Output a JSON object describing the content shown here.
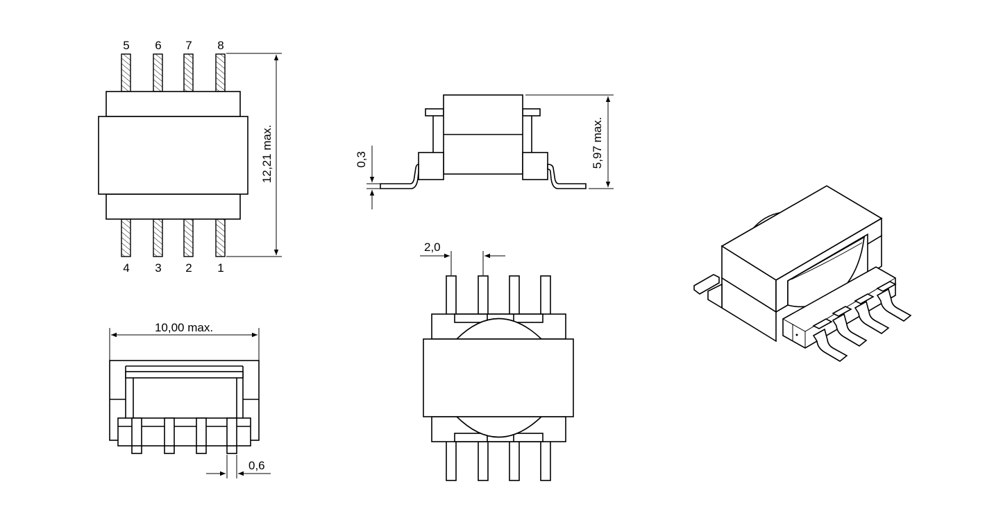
{
  "colors": {
    "line": "#000000",
    "background": "#ffffff"
  },
  "top_view": {
    "pins_top": [
      "5",
      "6",
      "7",
      "8"
    ],
    "pins_bottom": [
      "4",
      "3",
      "2",
      "1"
    ],
    "height_dim": "12,21  max."
  },
  "side_view": {
    "offset_dim": "0,3",
    "height_dim": "5,97  max."
  },
  "end_view": {
    "width_dim": "10,00  max.",
    "lead_dim": "0,6"
  },
  "bottom_view": {
    "pitch_dim": "2,0"
  }
}
